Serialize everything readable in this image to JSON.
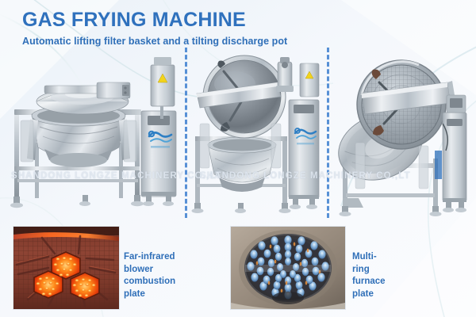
{
  "header": {
    "title": "GAS FRYING MACHINE",
    "subtitle": "Automatic lifting filter basket and a tilting discharge pot",
    "title_color": "#2f71bd",
    "subtitle_color": "#2f6fb8"
  },
  "background": {
    "base_color": "#f3f7fb",
    "accent_color": "#2f71bd"
  },
  "machines": [
    {
      "name": "gas-frying-machine-closed",
      "description": "Stainless steel gas frying machine with lid closed over round cooking pot on frame with leveling feet and blue-logo control cabinet"
    },
    {
      "name": "gas-frying-machine-tilted",
      "description": "Gas frying machine with pot tilted forward showing interior stirring paddle and lifting filter basket mechanism"
    },
    {
      "name": "gas-frying-machine-discharging",
      "description": "Gas frying machine fully tilted for discharge with mesh filter basket raised out of the pot"
    }
  ],
  "dividers": {
    "style": "dashed",
    "color": "#3c7fd0",
    "count": 2
  },
  "watermarks": {
    "left": "SHANDONG LONGZE MACHINERY CO.,LT",
    "right": "SHANDONG LONGZE MACHINERY CO.,LT"
  },
  "insets": [
    {
      "name": "far-infrared-combustion-plate",
      "caption": "Far-infrared blower\ncombustion plate",
      "image_description": "Glowing red-orange hexagonal far-infrared ceramic burner plates on a dark red mesh grate",
      "glow_color": "#ff5a18"
    },
    {
      "name": "multi-ring-furnace-plate",
      "caption": "Multi-ring furnace\nplate",
      "image_description": "Circular multi-ring gas furnace plate with many concentric blue flame nozzle jets inside a round housing",
      "flame_color": "#8fb6dd"
    }
  ]
}
